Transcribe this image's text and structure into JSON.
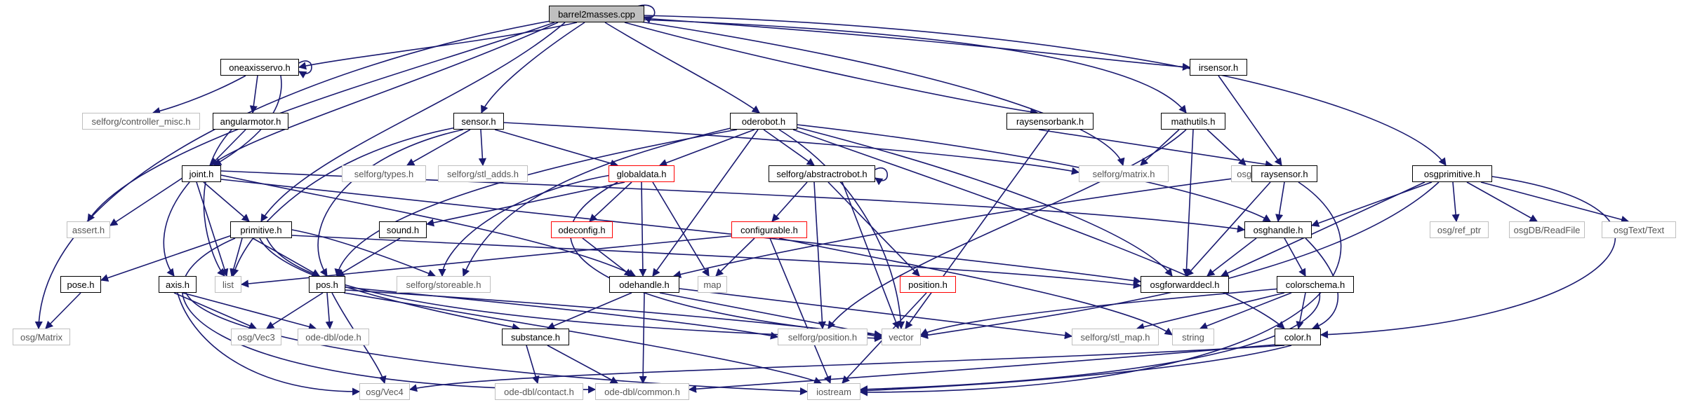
{
  "graph": {
    "nodes": {
      "barrel2masses": "barrel2masses.cpp",
      "oneaxisservo": "oneaxisservo.h",
      "angularmotor": "angularmotor.h",
      "controller_misc": "selforg/controller_misc.h",
      "joint": "joint.h",
      "assert": "assert.h",
      "primitive": "primitive.h",
      "list": "list",
      "axis": "axis.h",
      "pose": "pose.h",
      "osg_matrix": "osg/Matrix",
      "pos": "pos.h",
      "osg_vec3": "osg/Vec3",
      "osg_vec4": "osg/Vec4",
      "ode_h": "ode-dbl/ode.h",
      "sensor": "sensor.h",
      "selforg_types": "selforg/types.h",
      "stl_adds": "selforg/stl_adds.h",
      "storeable": "selforg/storeable.h",
      "globaldata": "globaldata.h",
      "sound": "sound.h",
      "odeconfig": "odeconfig.h",
      "map": "map",
      "odehandle": "odehandle.h",
      "substance": "substance.h",
      "contact": "ode-dbl/contact.h",
      "common": "ode-dbl/common.h",
      "iostream": "iostream",
      "oderobot": "oderobot.h",
      "abstractrobot": "selforg/abstractrobot.h",
      "configurable": "configurable.h",
      "position": "position.h",
      "selforg_position": "selforg/position.h",
      "vector": "vector",
      "stl_map": "selforg/stl_map.h",
      "string": "string",
      "raysensorbank": "raysensorbank.h",
      "selforg_matrix": "selforg/matrix.h",
      "mathutils": "mathutils.h",
      "osg_math": "osg/Math",
      "irsensor": "irsensor.h",
      "raysensor": "raysensor.h",
      "osghandle": "osghandle.h",
      "osgforwarddecl": "osgforwarddecl.h",
      "colorschema": "colorschema.h",
      "color": "color.h",
      "osgprimitive": "osgprimitive.h",
      "osg_ref_ptr": "osg/ref_ptr",
      "osgdb_readfile": "osgDB/ReadFile",
      "osgtext_text": "osgText/Text"
    }
  }
}
